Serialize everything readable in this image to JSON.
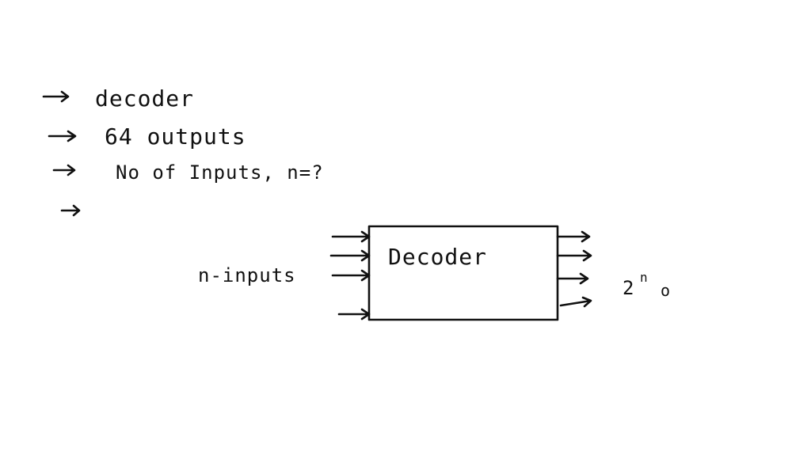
{
  "notes": {
    "line1": "decoder",
    "line2": "64 outputs",
    "line3": "No of Inputs, n=?",
    "line4": ""
  },
  "diagram": {
    "block_label": "Decoder",
    "inputs_label": "n-inputs",
    "outputs_label_base": "2",
    "outputs_label_exp": "n",
    "outputs_label_suffix": "o"
  },
  "colors": {
    "ink": "#111111",
    "paper": "#ffffff"
  }
}
